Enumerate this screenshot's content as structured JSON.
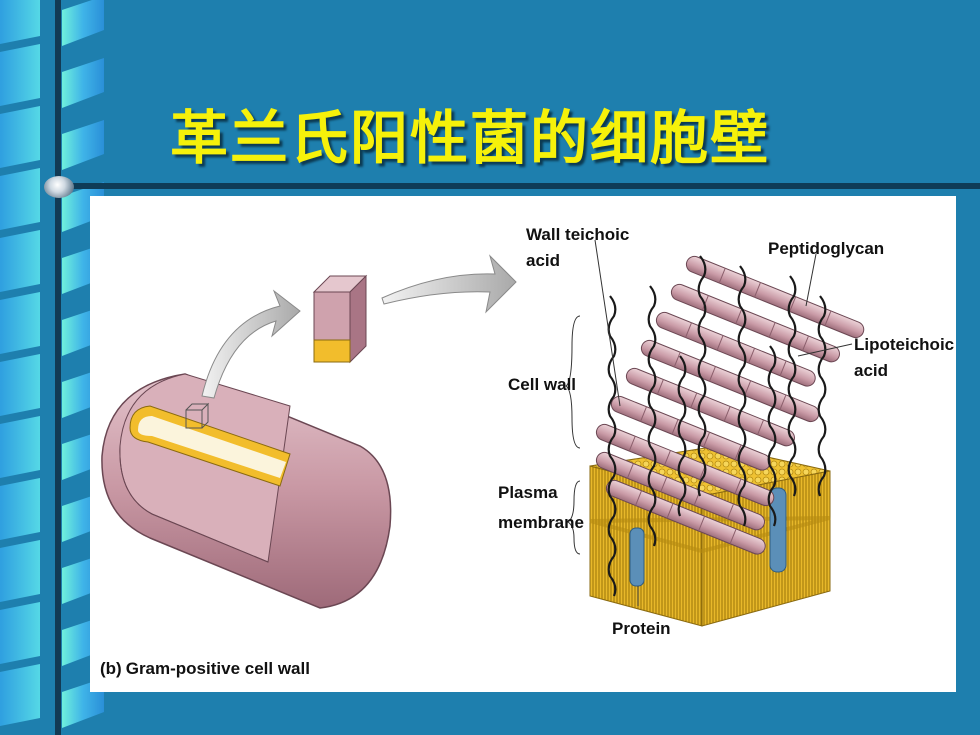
{
  "slide": {
    "title": "革兰氏阳性菌的细胞壁"
  },
  "figure": {
    "labels": {
      "wall_teichoic_line1": "Wall teichoic",
      "wall_teichoic_line2": "acid",
      "peptidoglycan": "Peptidoglycan",
      "lipoteichoic_line1": "Lipoteichoic",
      "lipoteichoic_line2": "acid",
      "cell_wall": "Cell wall",
      "plasma_line1": "Plasma",
      "plasma_line2": "membrane",
      "protein": "Protein"
    },
    "caption_letter": "(b)",
    "caption_text": "Gram-positive cell wall"
  },
  "colors": {
    "background": "#1e7fae",
    "title": "#f6f10a",
    "cell_pink": "#c99aa6",
    "membrane_yellow": "#efc233",
    "protein_blue": "#5b8fb8"
  }
}
